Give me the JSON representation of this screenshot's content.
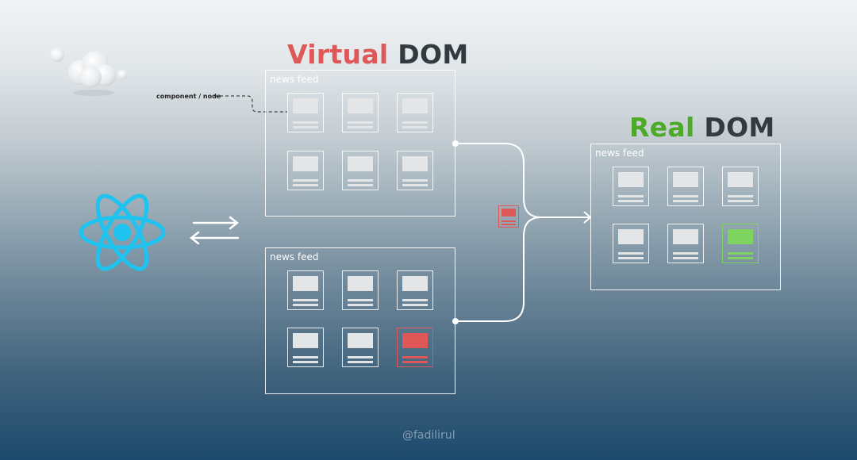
{
  "virtual_title": {
    "highlight": "Virtual",
    "rest": "DOM",
    "highlight_color": "#e05757"
  },
  "real_title": {
    "highlight": "Real",
    "rest": "DOM",
    "highlight_color": "#4caa28"
  },
  "annotation": "component / node",
  "feeds": {
    "virtual_top": {
      "label": "news feed",
      "cards": [
        "normal",
        "normal",
        "normal",
        "normal",
        "normal",
        "normal"
      ]
    },
    "virtual_bottom": {
      "label": "news feed",
      "cards": [
        "normal",
        "normal",
        "normal",
        "normal",
        "normal",
        "changed"
      ]
    },
    "real": {
      "label": "news feed",
      "cards": [
        "normal",
        "normal",
        "normal",
        "normal",
        "normal",
        "updated"
      ]
    }
  },
  "colors": {
    "changed": "#e05757",
    "updated": "#7fd35f",
    "react": "#1fc3ef"
  },
  "icons": [
    "cloud-icon",
    "react-logo-icon",
    "sync-arrows-icon",
    "changed-node-icon"
  ],
  "watermark": "@fadilirul"
}
